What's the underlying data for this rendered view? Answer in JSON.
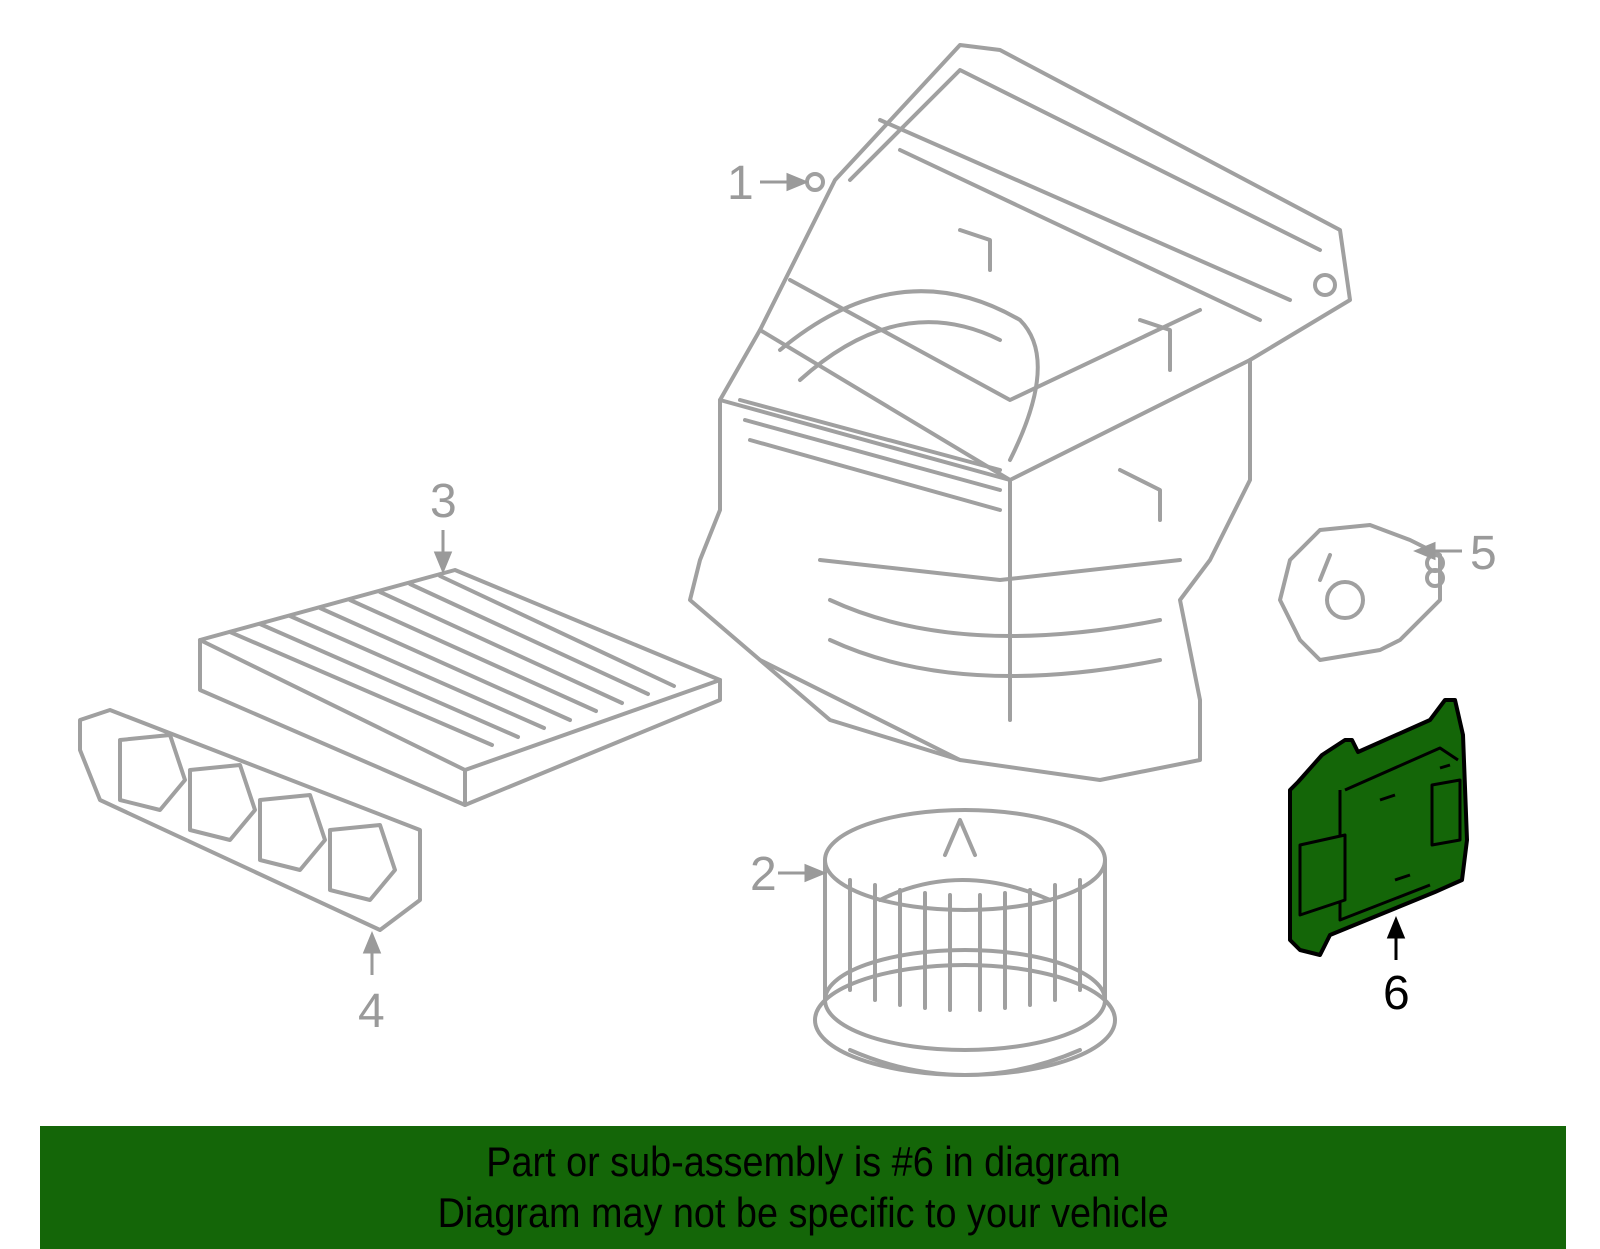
{
  "diagram": {
    "title": "HVAC blower / heater unit parts diagram",
    "highlight_color": "#146608",
    "outline_color": "#9a9a9a",
    "callouts": [
      {
        "id": "1",
        "label": "1",
        "part": "heater-blower-case"
      },
      {
        "id": "2",
        "label": "2",
        "part": "blower-motor-fan"
      },
      {
        "id": "3",
        "label": "3",
        "part": "cabin-air-filter"
      },
      {
        "id": "4",
        "label": "4",
        "part": "filter-cover"
      },
      {
        "id": "5",
        "label": "5",
        "part": "actuator"
      },
      {
        "id": "6",
        "label": "6",
        "part": "control-module",
        "highlighted": true
      }
    ]
  },
  "banner": {
    "line1": "Part or sub-assembly is #6 in diagram",
    "line2": "Diagram may not be specific to your vehicle",
    "background": "#146608"
  }
}
